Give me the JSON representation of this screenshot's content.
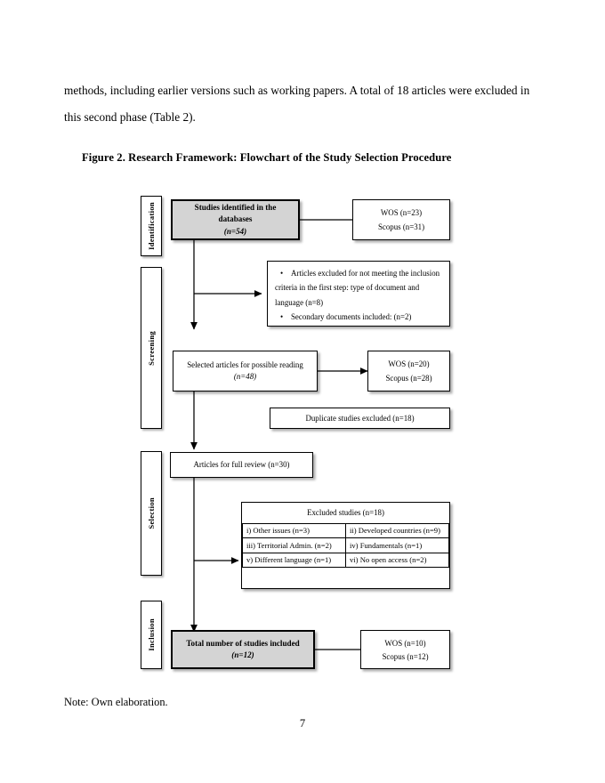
{
  "document": {
    "body_paragraph": "methods, including earlier versions such as working papers. A total of 18 articles were excluded in this second phase (Table 2).",
    "figure_title": "Figure 2. Research Framework: Flowchart of the Study Selection Procedure",
    "note": "Note: Own elaboration.",
    "page_number": "7"
  },
  "colors": {
    "shaded_fill": "#d4d4d4",
    "border": "#000000",
    "page_background": "#ffffff"
  },
  "flowchart": {
    "phases": [
      {
        "id": "identification",
        "label": "Identification"
      },
      {
        "id": "screening",
        "label": "Screening"
      },
      {
        "id": "selection",
        "label": "Selection"
      },
      {
        "id": "inclusion",
        "label": "Inclusion"
      }
    ],
    "nodes": {
      "studies_identified": {
        "line1": "Studies identified in the databases",
        "line2": "(n=54)",
        "shaded": true
      },
      "identified_counts": {
        "line1": "WOS (n=23)",
        "line2": "Scopus (n=31)"
      },
      "first_step_exclusions": {
        "bullet1": "Articles excluded for not meeting the inclusion",
        "bullet1_cont1": "criteria in the first step: type of document and",
        "bullet1_cont2": "language (n=8)",
        "bullet2": "Secondary documents included: (n=2)"
      },
      "selected_articles": {
        "line1": "Selected articles for possible reading",
        "line2": "(n=48)"
      },
      "selected_counts": {
        "line1": "WOS (n=20)",
        "line2": "Scopus (n=28)"
      },
      "duplicates_excluded": {
        "line1": "Duplicate studies excluded (n=18)"
      },
      "full_review": {
        "line1": "Articles for full review (n=30)"
      },
      "excluded_studies": {
        "header": "Excluded studies (n=18)",
        "rows": [
          [
            "i) Other issues (n=3)",
            "ii) Developed countries (n=9)"
          ],
          [
            "iii) Territorial Admin. (n=2)",
            "iv) Fundamentals (n=1)"
          ],
          [
            "v) Different language (n=1)",
            "vi) No open access (n=2)"
          ]
        ]
      },
      "total_included": {
        "line1": "Total number of studies included",
        "line2": "(n=12)",
        "shaded": true
      },
      "included_counts": {
        "line1": "WOS (n=10)",
        "line2": "Scopus (n=12)"
      }
    }
  }
}
